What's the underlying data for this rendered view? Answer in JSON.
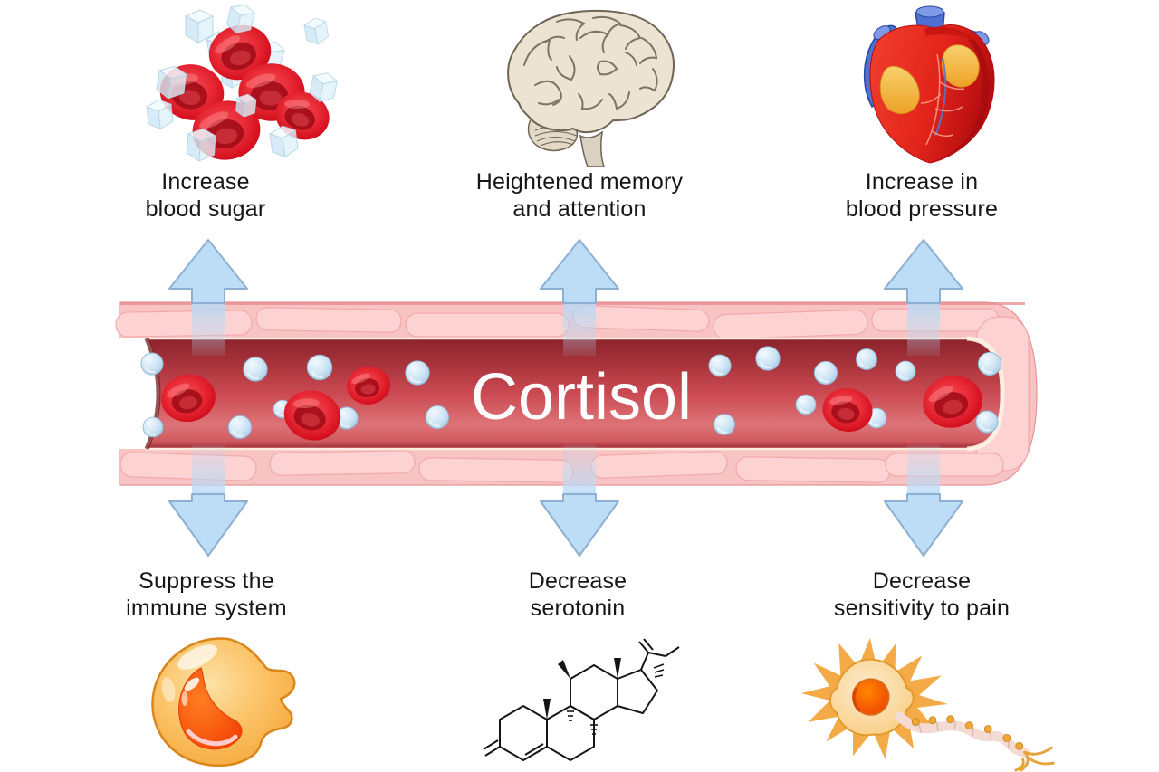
{
  "vessel": {
    "label": "Cortisol",
    "contents": [
      "red-blood-cells",
      "cortisol-molecules"
    ]
  },
  "effects": {
    "top": [
      {
        "icon": "blood-sugar-icon",
        "line1": "Increase",
        "line2": "blood sugar",
        "direction": "up"
      },
      {
        "icon": "brain-icon",
        "line1": "Heightened memory",
        "line2": "and attention",
        "direction": "up"
      },
      {
        "icon": "heart-icon",
        "line1": "Increase in",
        "line2": "blood pressure",
        "direction": "up"
      }
    ],
    "bottom": [
      {
        "icon": "immune-cell-icon",
        "line1": "Suppress the",
        "line2": "immune system",
        "direction": "down"
      },
      {
        "icon": "steroid-molecule-icon",
        "line1": "Decrease",
        "line2": "serotonin",
        "direction": "down"
      },
      {
        "icon": "neuron-icon",
        "line1": "Decrease",
        "line2": "sensitivity to pain",
        "direction": "down"
      }
    ]
  },
  "colors": {
    "arrow_fill": "#b9daf5",
    "arrow_border": "#8db0d2",
    "vessel_wall": "#f7c3c3",
    "vessel_wall_pattern": "#fcd4d4",
    "lumen_dark": "#8c232c",
    "lumen_mid": "#cb4a52",
    "cortisol_text": "#ffffff",
    "label_text": "#161616",
    "rbc_red": "#d5101f",
    "molecule_blue": "#bcd9ee"
  }
}
